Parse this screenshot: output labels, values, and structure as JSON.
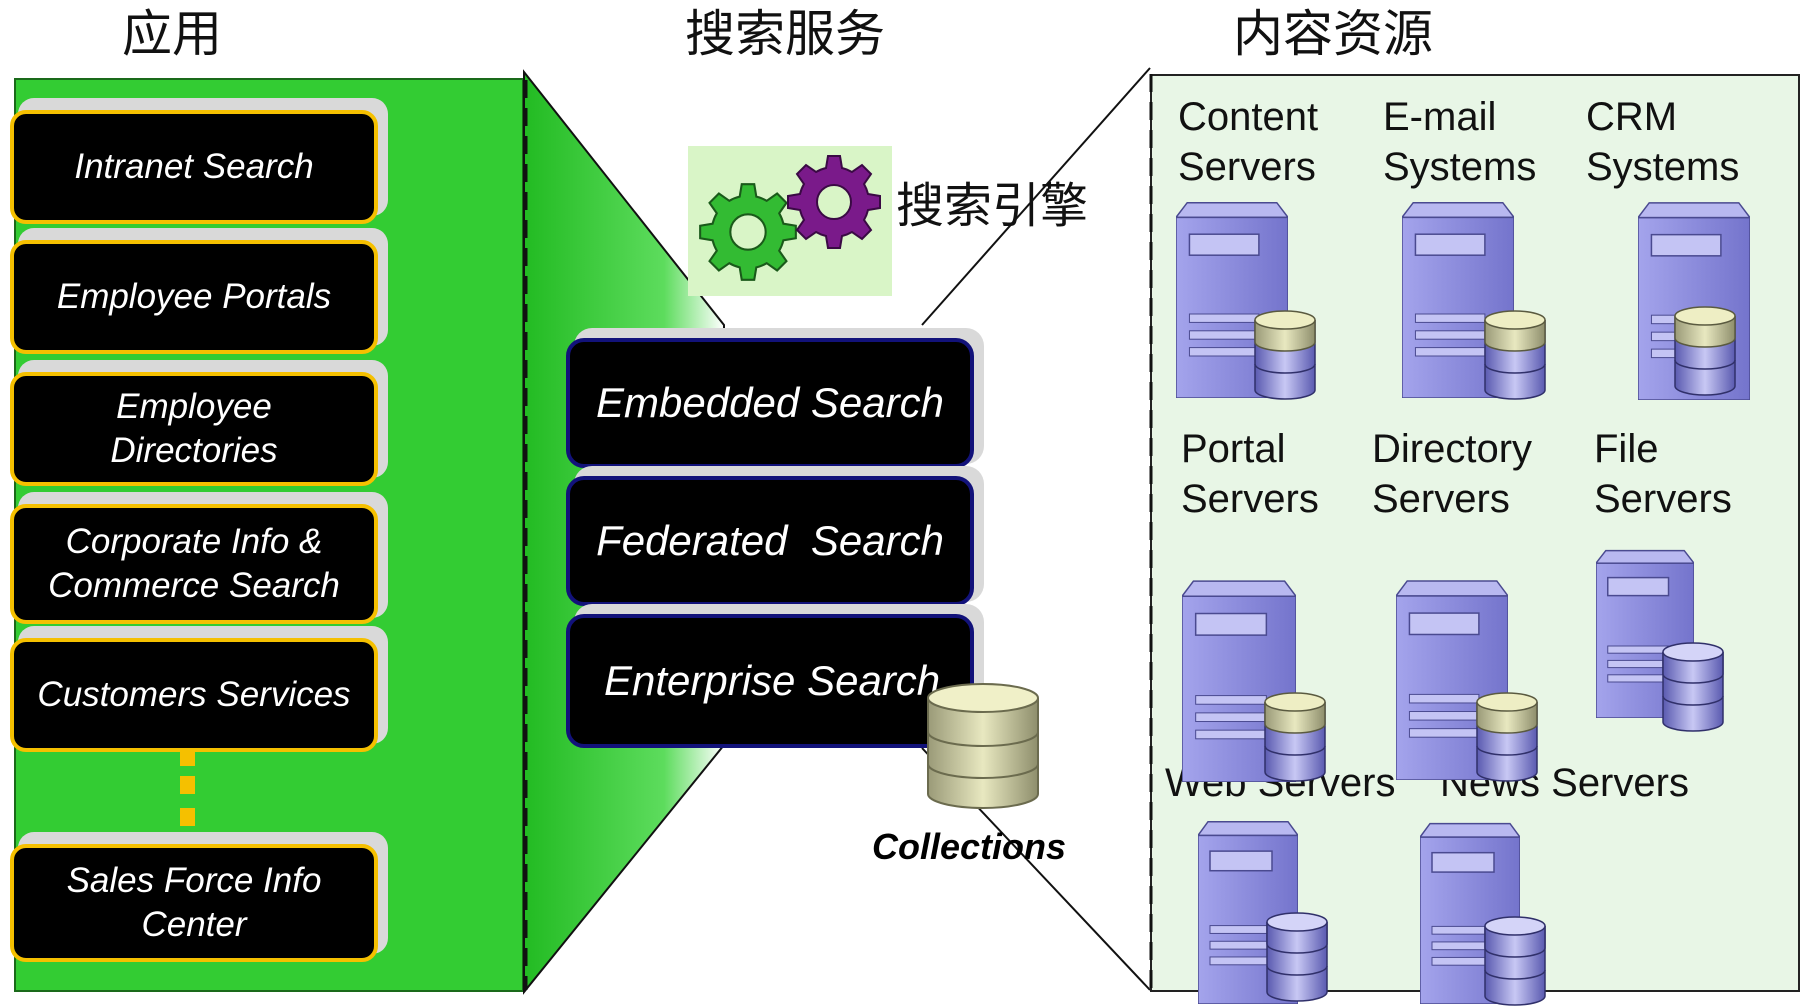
{
  "headers": {
    "applications": "应用",
    "search_services": "搜索服务",
    "content_sources": "内容资源"
  },
  "applications": [
    "Intranet Search",
    "Employee Portals",
    "Employee\nDirectories",
    "Corporate Info &\nCommerce Search",
    "Customers Services",
    "Sales Force Info\nCenter"
  ],
  "engine_label": "搜索引擎",
  "services": [
    "Embedded Search",
    "Federated  Search",
    "Enterprise Search"
  ],
  "collections_label": "Collections",
  "sources": {
    "content_servers": "Content\nServers",
    "email_systems": "E-mail\nSystems",
    "crm_systems": "CRM\nSystems",
    "portal_servers": "Portal\nServers",
    "directory_servers": "Directory\nServers",
    "file_servers": "File\nServers",
    "web_servers": "Web Servers",
    "news_servers": "News Servers"
  },
  "colors": {
    "app_panel_green": "#33cc33",
    "app_box_border": "#f5c000",
    "service_box_border": "#12127a",
    "source_panel_bg": "#e8f6e6",
    "gear_green": "#33bb33",
    "gear_purple": "#7a1a8a",
    "server_body": "#8c8ce0"
  },
  "icons": {
    "server": "server-icon",
    "database": "database-icon",
    "gear": "gear-icon"
  }
}
